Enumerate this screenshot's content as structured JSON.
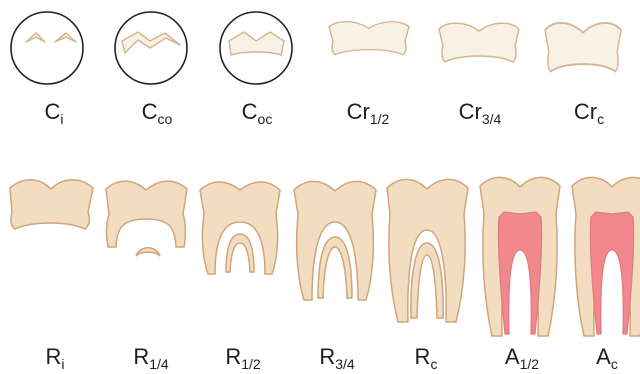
{
  "colors": {
    "crown_fill": "#f8f2e6",
    "crown_stroke": "#d2b690",
    "tooth_fill": "#f3ddc0",
    "tooth_stroke": "#cfa57a",
    "pulp_fill": "#f0888e",
    "ring_stroke": "#222222"
  },
  "stages": {
    "ci": {
      "letter": "C",
      "sub": "i"
    },
    "cco": {
      "letter": "C",
      "sub": "co"
    },
    "coc": {
      "letter": "C",
      "sub": "oc"
    },
    "cr12": {
      "letter": "Cr",
      "sub": "1/2"
    },
    "cr34": {
      "letter": "Cr",
      "sub": "3/4"
    },
    "crc": {
      "letter": "Cr",
      "sub": "c"
    },
    "ri": {
      "letter": "R",
      "sub": "i"
    },
    "r14": {
      "letter": "R",
      "sub": "1/4"
    },
    "r12": {
      "letter": "R",
      "sub": "1/2"
    },
    "r34": {
      "letter": "R",
      "sub": "3/4"
    },
    "rc": {
      "letter": "R",
      "sub": "c"
    },
    "a12": {
      "letter": "A",
      "sub": "1/2"
    },
    "ac": {
      "letter": "A",
      "sub": "c"
    }
  }
}
